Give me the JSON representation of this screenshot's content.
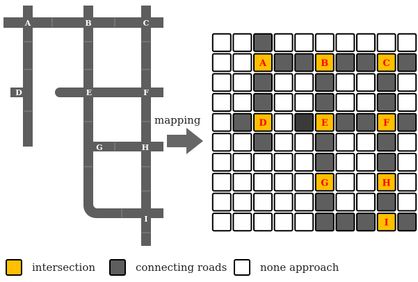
{
  "colors": {
    "road": "#5e5e5e",
    "intersection_fill": "#ffc000",
    "intersection_text": "#ff0000",
    "connecting_road": "#5e5e5e",
    "dark_cell": "#3a3a3a",
    "empty_cell": "#ffffff",
    "grid_line": "#000000",
    "arrow": "#666666"
  },
  "road_map": {
    "intersection_labels": [
      "A",
      "B",
      "C",
      "D",
      "E",
      "F",
      "G",
      "H",
      "I"
    ]
  },
  "mapping_label": "mapping",
  "grid": {
    "rows": 10,
    "cols": 10,
    "cells": [
      [
        ".",
        ".",
        "R",
        ".",
        ".",
        ".",
        ".",
        ".",
        ".",
        "."
      ],
      [
        ".",
        ".",
        "A",
        "R",
        "R",
        "B",
        "R",
        "R",
        "C",
        "R"
      ],
      [
        ".",
        ".",
        "R",
        ".",
        ".",
        "R",
        ".",
        ".",
        "R",
        "."
      ],
      [
        ".",
        ".",
        "R",
        ".",
        ".",
        "R",
        ".",
        ".",
        "R",
        "."
      ],
      [
        ".",
        "R",
        "D",
        ".",
        "X",
        "E",
        "R",
        "R",
        "F",
        "R"
      ],
      [
        ".",
        ".",
        "R",
        ".",
        ".",
        "R",
        ".",
        ".",
        "R",
        "."
      ],
      [
        ".",
        ".",
        ".",
        ".",
        ".",
        "R",
        ".",
        ".",
        "R",
        "."
      ],
      [
        ".",
        ".",
        ".",
        ".",
        ".",
        "G",
        ".",
        ".",
        "H",
        "."
      ],
      [
        ".",
        ".",
        ".",
        ".",
        ".",
        "R",
        ".",
        ".",
        "R",
        "."
      ],
      [
        ".",
        ".",
        ".",
        ".",
        ".",
        "R",
        "R",
        "R",
        "I",
        "R"
      ]
    ]
  },
  "legend": {
    "intersection": "intersection",
    "connecting_roads": "connecting roads",
    "none_approach": "none approach"
  }
}
